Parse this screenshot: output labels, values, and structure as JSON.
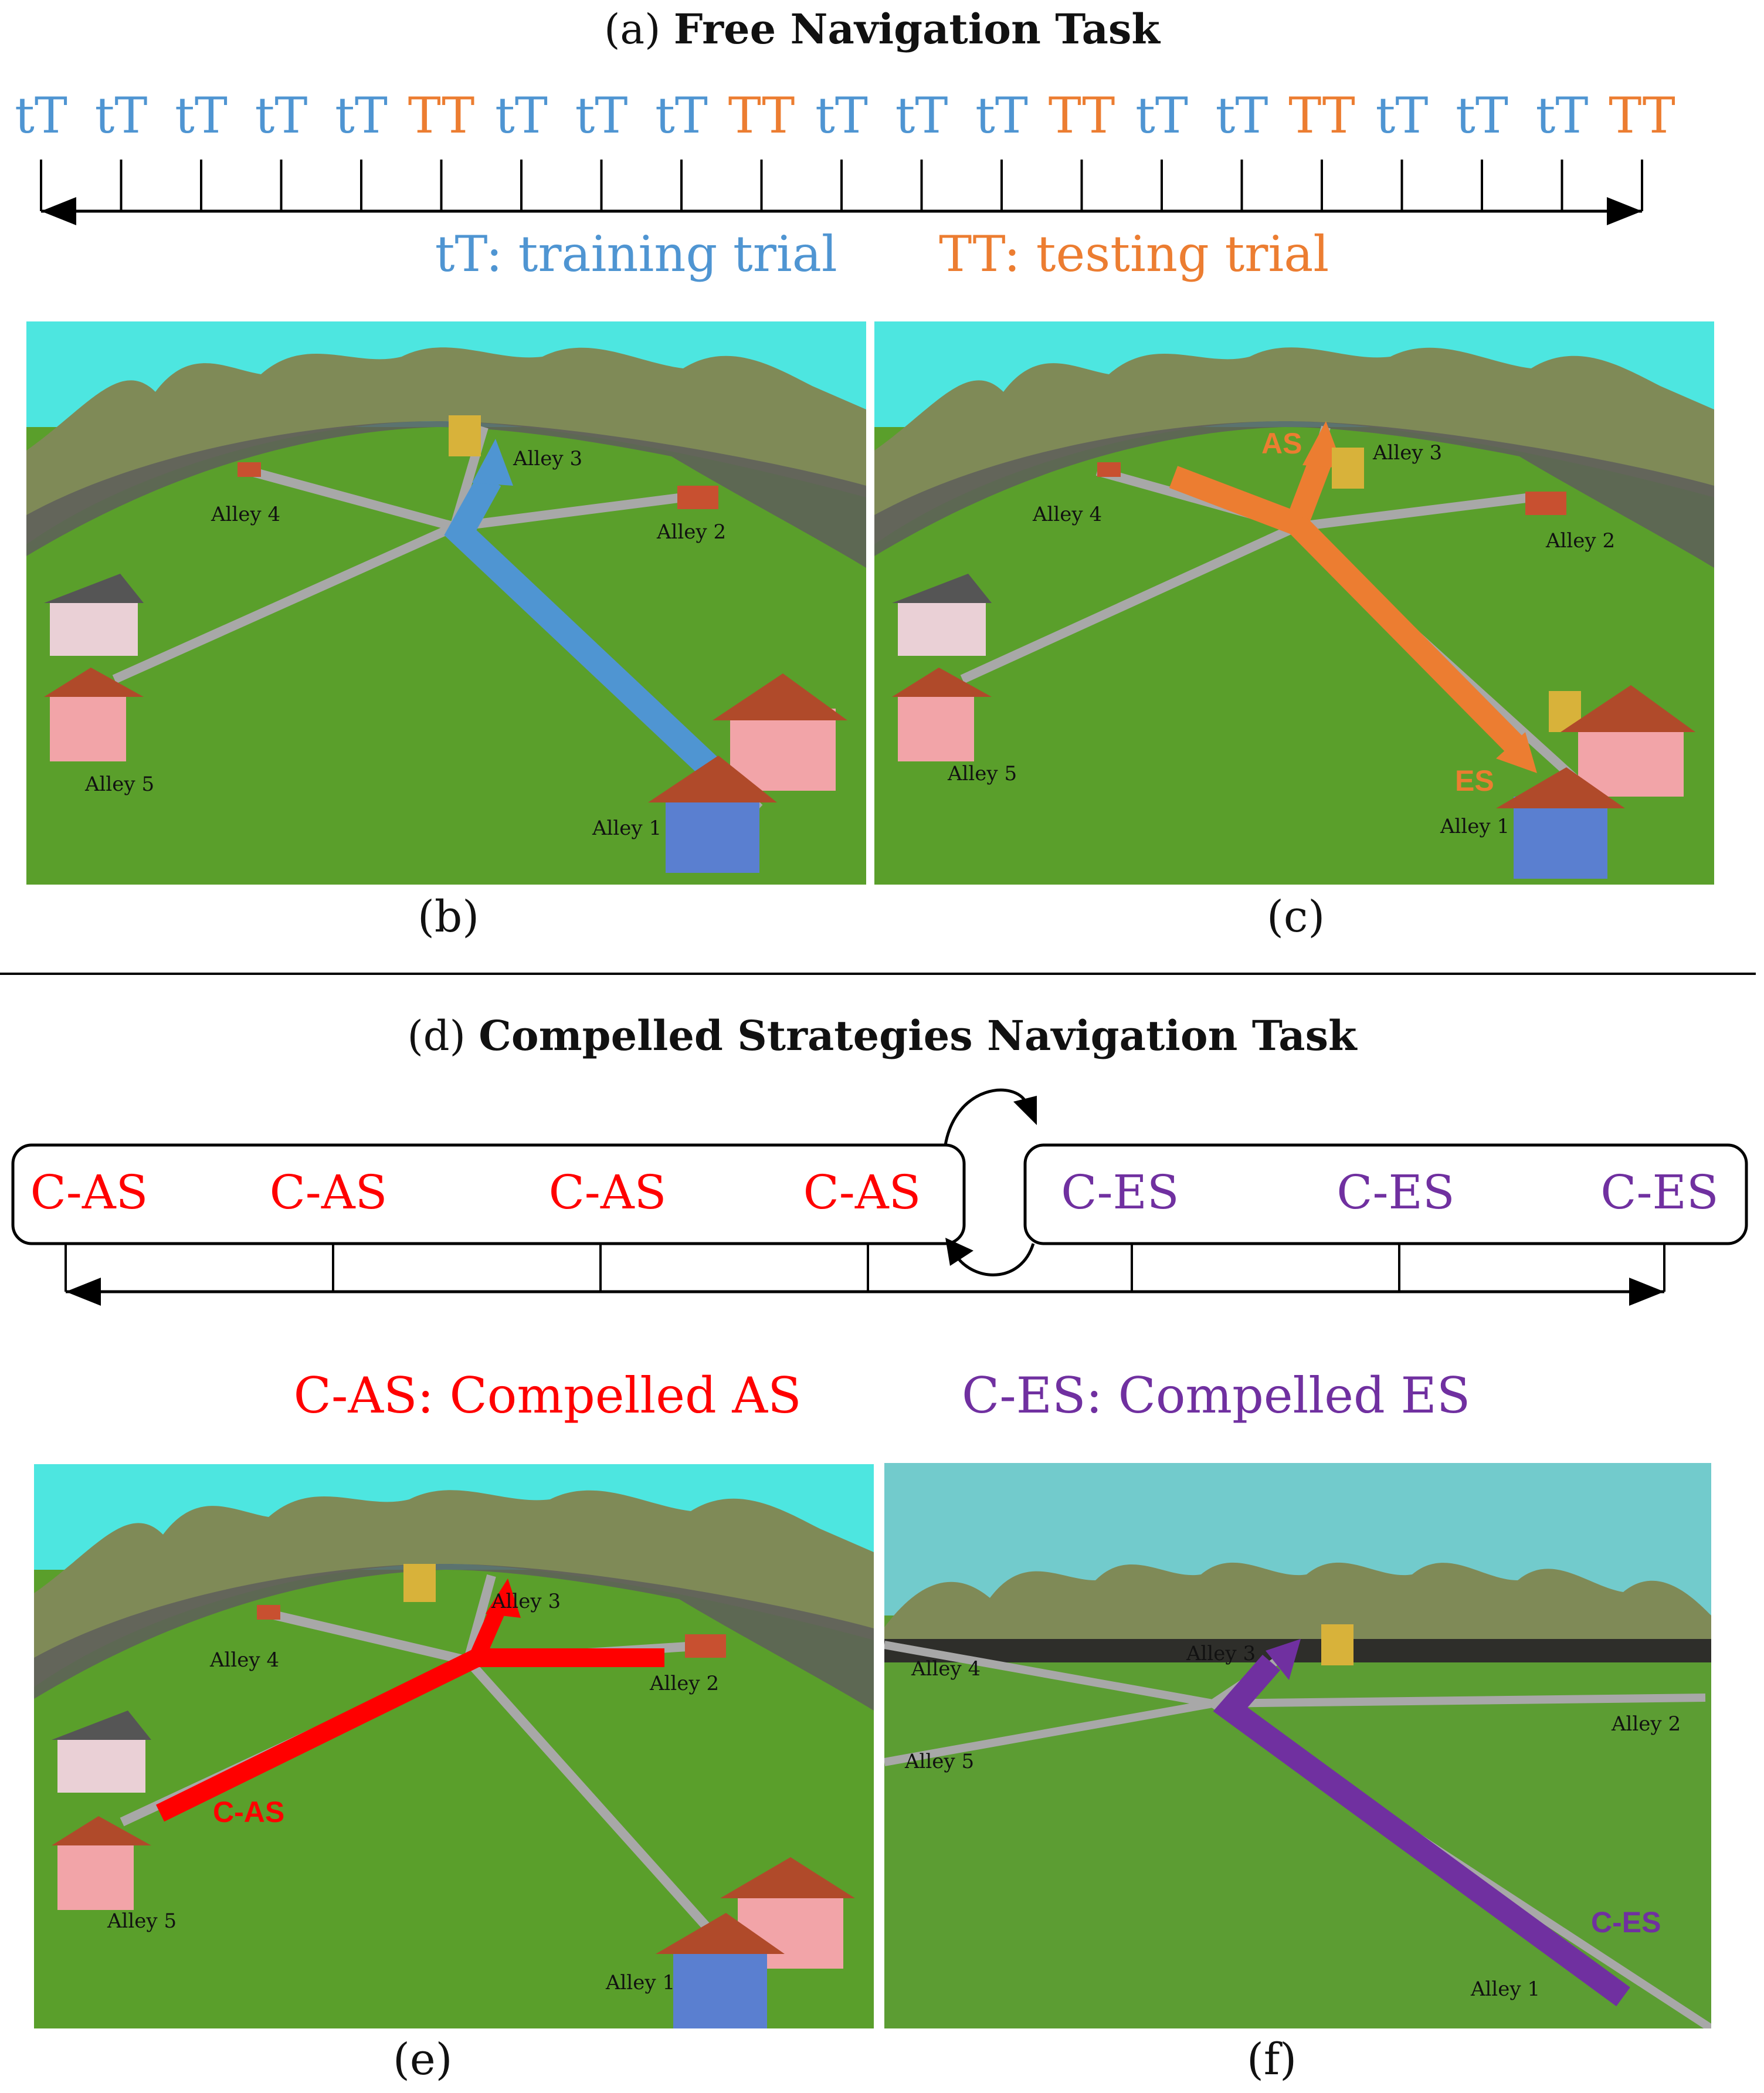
{
  "section_a": {
    "title_prefix": "(a)",
    "title_bold": "Free Navigation Task",
    "trials": [
      "tT",
      "tT",
      "tT",
      "tT",
      "tT",
      "TT",
      "tT",
      "tT",
      "tT",
      "TT",
      "tT",
      "tT",
      "tT",
      "TT",
      "tT",
      "tT",
      "TT",
      "tT",
      "tT",
      "tT",
      "TT"
    ],
    "legend_training": "tT: training trial",
    "legend_testing": "TT: testing trial",
    "colors": {
      "training": "#4f95d2",
      "testing": "#ec7d31"
    }
  },
  "panel_b": {
    "caption": "(b)",
    "labels": {
      "alley1": "Alley 1",
      "alley2": "Alley 2",
      "alley3": "Alley 3",
      "alley4": "Alley 4",
      "alley5": "Alley 5"
    }
  },
  "panel_c": {
    "caption": "(c)",
    "labels": {
      "alley1": "Alley 1",
      "alley2": "Alley 2",
      "alley3": "Alley 3",
      "alley4": "Alley 4",
      "alley5": "Alley 5"
    },
    "tag_as": "AS",
    "tag_es": "ES"
  },
  "section_d": {
    "title_prefix": "(d)",
    "title_bold": "Compelled Strategies Navigation Task",
    "cas_blocks": [
      "C-AS",
      "C-AS",
      "C-AS",
      "C-AS"
    ],
    "ces_blocks": [
      "C-ES",
      "C-ES",
      "C-ES"
    ],
    "legend_cas": "C-AS: Compelled AS",
    "legend_ces": "C-ES: Compelled ES",
    "colors": {
      "cas": "#ff0000",
      "ces": "#7030a0"
    }
  },
  "panel_e": {
    "caption": "(e)",
    "labels": {
      "alley1": "Alley 1",
      "alley2": "Alley 2",
      "alley3": "Alley 3",
      "alley4": "Alley 4",
      "alley5": "Alley 5"
    },
    "tag": "C-AS"
  },
  "panel_f": {
    "caption": "(f)",
    "labels": {
      "alley1": "Alley 1",
      "alley2": "Alley 2",
      "alley3": "Alley 3",
      "alley4": "Alley 4",
      "alley5": "Alley 5"
    },
    "tag": "C-ES"
  }
}
